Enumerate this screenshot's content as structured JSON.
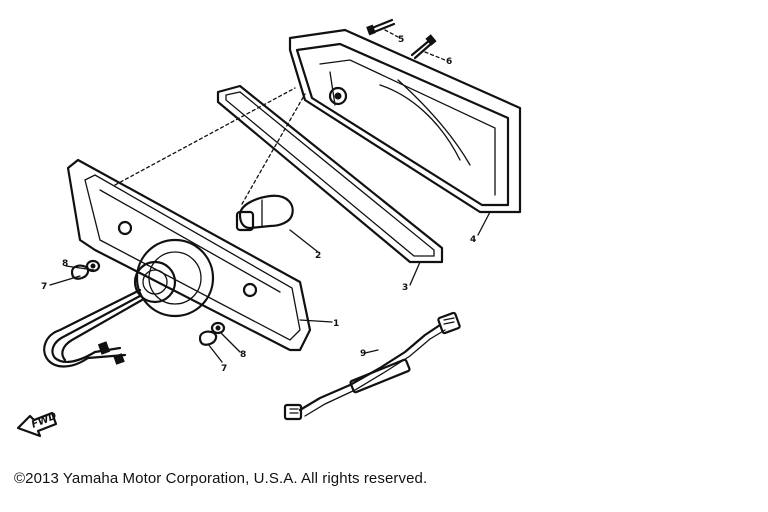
{
  "diagram": {
    "callouts": {
      "c1": "1",
      "c2": "2",
      "c3": "3",
      "c4": "4",
      "c5": "5",
      "c6": "6",
      "c7a": "7",
      "c7b": "7",
      "c8a": "8",
      "c8b": "8",
      "c9": "9"
    },
    "forward_label": "FWD"
  },
  "footer": {
    "copyright": "©2013 Yamaha Motor Corporation, U.S.A. All rights reserved."
  }
}
